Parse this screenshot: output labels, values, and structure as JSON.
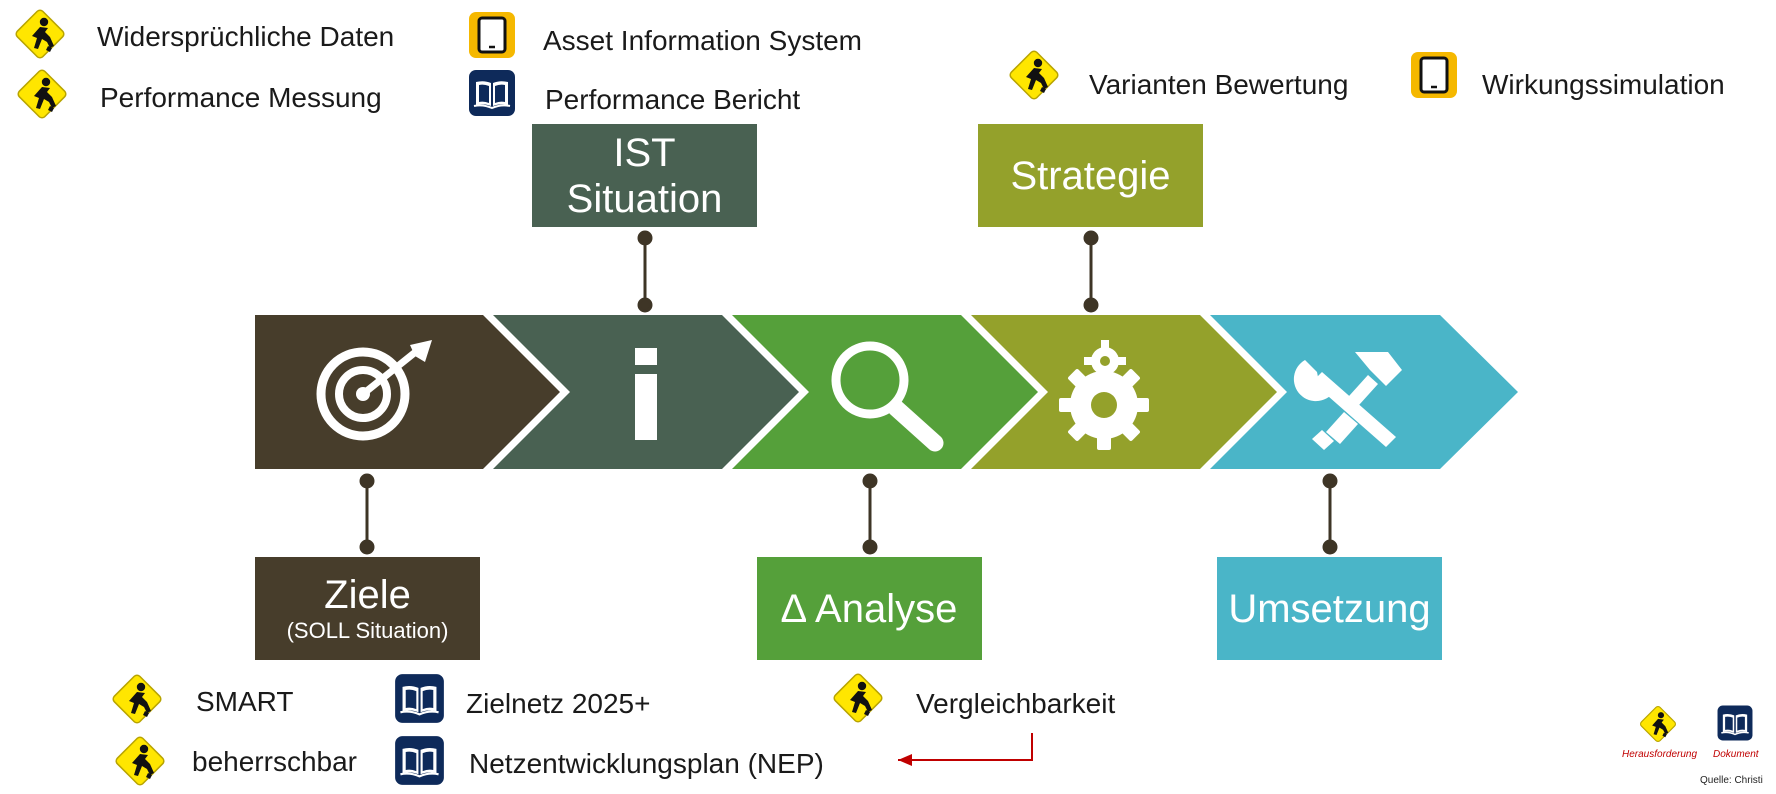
{
  "colors": {
    "ziele": "#473d2b",
    "ist": "#496152",
    "analyse": "#55a03a",
    "strategie": "#94a12b",
    "umsetzung": "#4ab5c8",
    "warning": "#ffe600",
    "tablet": "#f5b800",
    "book": "#0e2a5a",
    "arrow": "#c00000"
  },
  "challenges_top_left": [
    {
      "icon": "warning-sign-icon",
      "label": "Widersprüchliche Daten"
    },
    {
      "icon": "warning-sign-icon",
      "label": "Performance Messung"
    }
  ],
  "docs_top_left": [
    {
      "icon": "tablet-icon",
      "label": "Asset Information System"
    },
    {
      "icon": "book-icon",
      "label": "Performance Bericht"
    }
  ],
  "top_right": [
    {
      "icon": "warning-sign-icon",
      "label": "Varianten Bewertung"
    },
    {
      "icon": "tablet-icon",
      "label": "Wirkungssimulation"
    }
  ],
  "steps": [
    {
      "key": "ziele",
      "icon": "target-icon",
      "title": "Ziele",
      "subtitle": "(SOLL Situation)"
    },
    {
      "key": "ist",
      "icon": "info-icon",
      "title": "IST\nSituation",
      "subtitle": ""
    },
    {
      "key": "analyse",
      "icon": "magnifier-icon",
      "title": "∆ Analyse",
      "subtitle": ""
    },
    {
      "key": "strategie",
      "icon": "gears-icon",
      "title": "Strategie",
      "subtitle": ""
    },
    {
      "key": "umsetzung",
      "icon": "tools-icon",
      "title": "Umsetzung",
      "subtitle": ""
    }
  ],
  "bottom_left": [
    {
      "icon": "warning-sign-icon",
      "label": "SMART"
    },
    {
      "icon": "warning-sign-icon",
      "label": "beherrschbar"
    }
  ],
  "bottom_docs": [
    {
      "icon": "book-icon",
      "label": "Zielnetz 2025+"
    },
    {
      "icon": "book-icon",
      "label": "Netzentwicklungsplan (NEP)"
    }
  ],
  "bottom_mid": [
    {
      "icon": "warning-sign-icon",
      "label": "Vergleichbarkeit"
    }
  ],
  "legend": [
    {
      "icon": "warning-sign-icon",
      "label": "Herausforderung"
    },
    {
      "icon": "book-icon",
      "label": "Dokument"
    }
  ],
  "source": "Quelle: Christi"
}
